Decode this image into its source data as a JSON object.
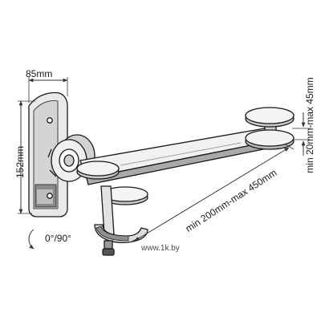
{
  "dimensions": {
    "bracket_width": "85mm",
    "bracket_height": "152mm",
    "rotation": "0°/90°",
    "arm_reach": "min 200mm-max 450mm",
    "clamp_thickness": "min 20mm-max 45mm"
  },
  "watermark": "www.1k.by",
  "colors": {
    "line": "#1a1a1a",
    "dimension_line": "#333333",
    "metal_fill": "#e9e9e9",
    "shadow_fill": "#9a9a9a"
  }
}
